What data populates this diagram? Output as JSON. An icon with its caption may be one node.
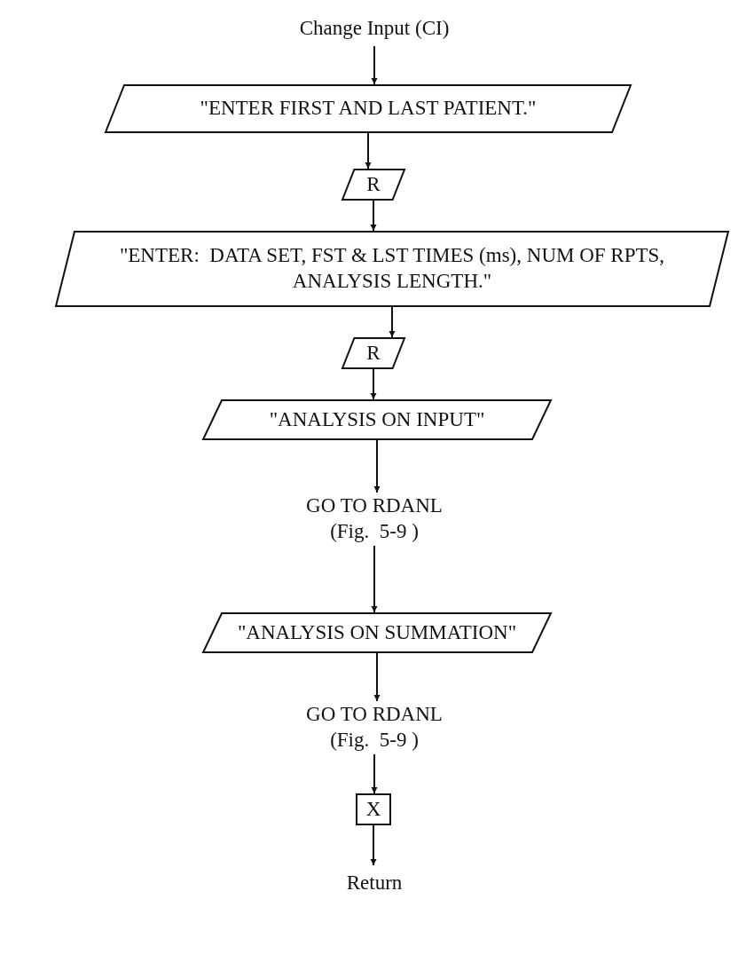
{
  "diagram": {
    "nodes": [
      {
        "text": [
          "Change Input (CI)"
        ]
      },
      {
        "text": [
          "\"ENTER FIRST AND LAST PATIENT.\""
        ]
      },
      {
        "text": [
          "R"
        ]
      },
      {
        "text": [
          "\"ENTER:  DATA SET, FST & LST TIMES (ms), NUM OF RPTS, ANALYSIS LENGTH.\""
        ]
      },
      {
        "text": [
          "R"
        ]
      },
      {
        "text": [
          "\"ANALYSIS ON INPUT\""
        ]
      },
      {
        "text": [
          "GO TO RDANL (Fig.  5-9 )"
        ]
      },
      {
        "text": [
          "\"ANALYSIS ON SUMMATION\""
        ]
      },
      {
        "text": [
          "GO TO RDANL (Fig.  5-9 )"
        ]
      },
      {
        "text": [
          "X"
        ]
      },
      {
        "text": [
          "Return"
        ]
      }
    ],
    "edges": [
      {
        "from": 0,
        "to": 1,
        "arrow": "to"
      },
      {
        "from": 1,
        "to": 2,
        "arrow": "to"
      },
      {
        "from": 2,
        "to": 3,
        "arrow": "to"
      },
      {
        "from": 3,
        "to": 4,
        "arrow": "to"
      },
      {
        "from": 4,
        "to": 5,
        "arrow": "to"
      },
      {
        "from": 5,
        "to": 6,
        "arrow": "to"
      },
      {
        "from": 6,
        "to": 7,
        "arrow": "to"
      },
      {
        "from": 7,
        "to": 8,
        "arrow": "to"
      },
      {
        "from": 8,
        "to": 9,
        "arrow": "to"
      },
      {
        "from": 9,
        "to": 10,
        "arrow": "to"
      }
    ]
  }
}
